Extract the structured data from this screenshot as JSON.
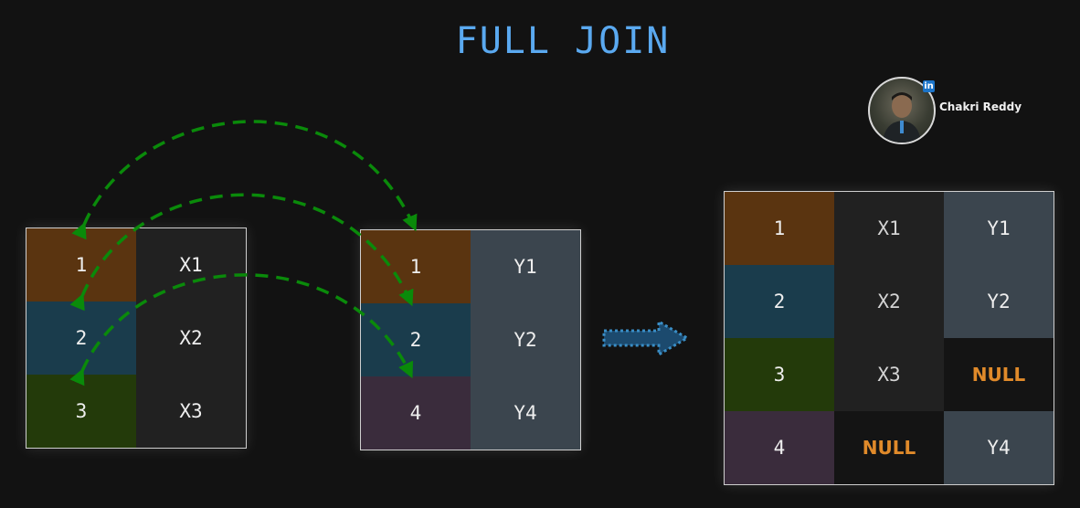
{
  "title": "FULL JOIN",
  "author": {
    "name": "Chakri Reddy",
    "badge": "in"
  },
  "colors": {
    "title": "#5aa9f0",
    "key_1": "#5a3410",
    "key_2": "#1a3c4c",
    "key_3": "#233a0a",
    "key_4": "#3a2c3c",
    "left_value": "#212121",
    "right_value": "#3b454e",
    "null_cell": "#141414",
    "null_text": "#e08a2a",
    "arrow_green": "#0a8a0a",
    "arrow_blue": "#3a8ec6"
  },
  "left_table": {
    "rows": [
      {
        "key": "1",
        "value": "X1"
      },
      {
        "key": "2",
        "value": "X2"
      },
      {
        "key": "3",
        "value": "X3"
      }
    ]
  },
  "right_table": {
    "rows": [
      {
        "key": "1",
        "value": "Y1"
      },
      {
        "key": "2",
        "value": "Y2"
      },
      {
        "key": "4",
        "value": "Y4"
      }
    ]
  },
  "result_table": {
    "rows": [
      {
        "key": "1",
        "left": "X1",
        "right": "Y1"
      },
      {
        "key": "2",
        "left": "X2",
        "right": "Y2"
      },
      {
        "key": "3",
        "left": "X3",
        "right": "NULL"
      },
      {
        "key": "4",
        "left": "NULL",
        "right": "Y4"
      }
    ]
  }
}
